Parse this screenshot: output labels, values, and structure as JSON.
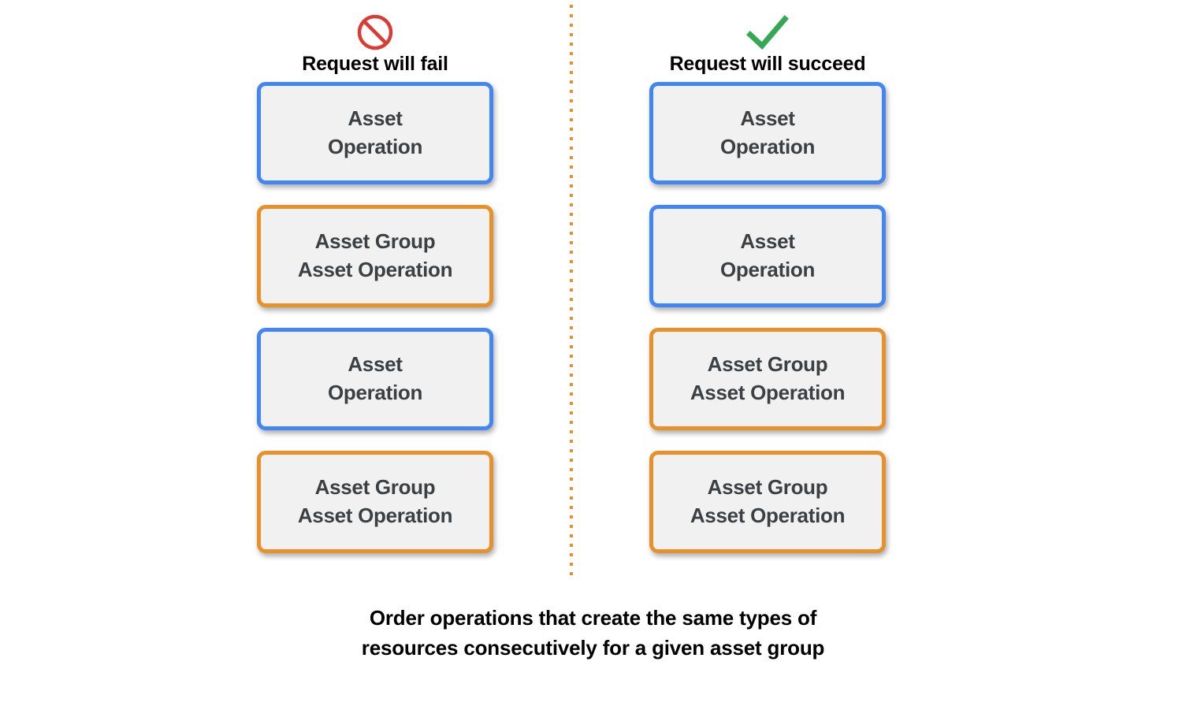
{
  "colors": {
    "asset_border": "#4285F4",
    "asset_group_border": "#E8912A",
    "box_fill": "#F1F1F1",
    "box_text": "#3C4043",
    "fail_icon": "#DB3B32",
    "succeed_icon": "#34A853",
    "divider": "#E8912A",
    "caption_text": "#000000"
  },
  "columns": [
    {
      "id": "fail",
      "icon": "prohibition-icon",
      "label": "Request will fail",
      "boxes": [
        {
          "kind": "asset",
          "lines": [
            "Asset",
            "Operation"
          ]
        },
        {
          "kind": "asset-group",
          "lines": [
            "Asset Group",
            "Asset Operation"
          ]
        },
        {
          "kind": "asset",
          "lines": [
            "Asset",
            "Operation"
          ]
        },
        {
          "kind": "asset-group",
          "lines": [
            "Asset Group",
            "Asset Operation"
          ]
        }
      ]
    },
    {
      "id": "succeed",
      "icon": "checkmark-icon",
      "label": "Request will succeed",
      "boxes": [
        {
          "kind": "asset",
          "lines": [
            "Asset",
            "Operation"
          ]
        },
        {
          "kind": "asset",
          "lines": [
            "Asset",
            "Operation"
          ]
        },
        {
          "kind": "asset-group",
          "lines": [
            "Asset Group",
            "Asset Operation"
          ]
        },
        {
          "kind": "asset-group",
          "lines": [
            "Asset Group",
            "Asset Operation"
          ]
        }
      ]
    }
  ],
  "caption": {
    "line1": "Order operations that create the same types of",
    "line2": "resources consecutively for a given asset group"
  }
}
